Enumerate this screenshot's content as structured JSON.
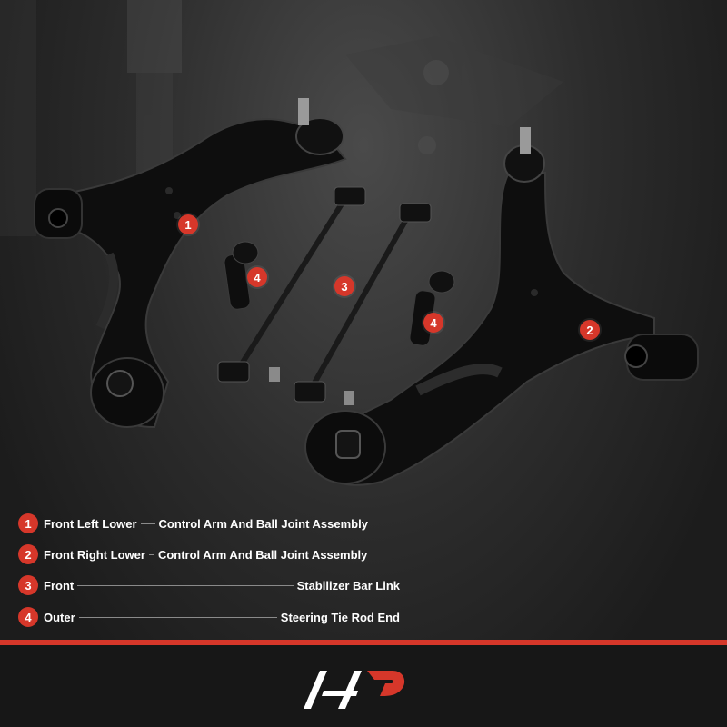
{
  "colors": {
    "accent": "#d6372a",
    "background": "#1d1d1d",
    "text": "#ffffff"
  },
  "callouts": [
    {
      "number": "1"
    },
    {
      "number": "2"
    },
    {
      "number": "3"
    },
    {
      "number": "4"
    },
    {
      "number": "4"
    }
  ],
  "legend": [
    {
      "number": "1",
      "left": "Front Left Lower",
      "right": "Control Arm And Ball Joint Assembly"
    },
    {
      "number": "2",
      "left": "Front Right Lower",
      "right": "Control Arm And Ball Joint Assembly"
    },
    {
      "number": "3",
      "left": "Front",
      "right": "Stabilizer Bar Link"
    },
    {
      "number": "4",
      "left": "Outer",
      "right": "Steering Tie Rod End"
    }
  ],
  "logo": {
    "icon": "brand-logo-icon"
  }
}
